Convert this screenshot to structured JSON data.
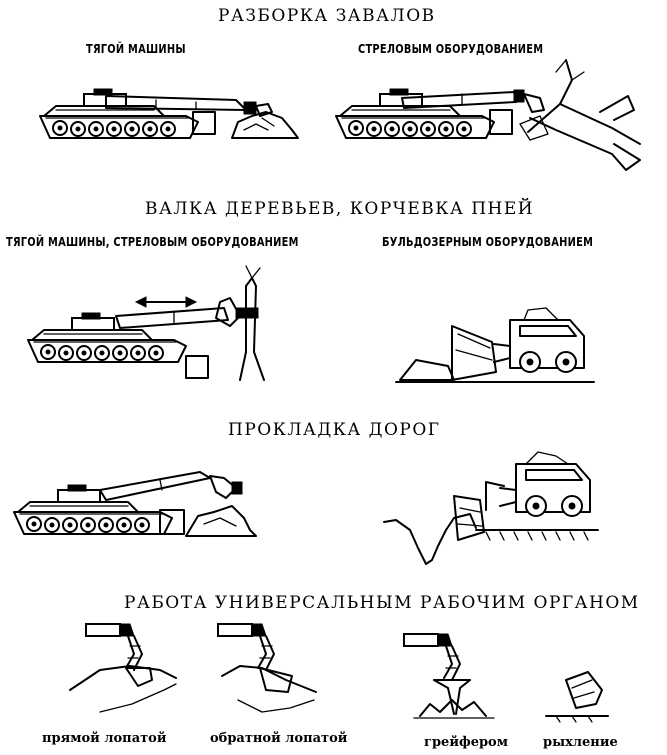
{
  "sections": {
    "rubble": {
      "title": "РАЗБОРКА ЗАВАЛОВ",
      "left_caption": "ТЯГОЙ МАШИНЫ",
      "right_caption": "СТРЕЛОВЫМ ОБОРУДОВАНИЕМ"
    },
    "trees": {
      "title": "ВАЛКА ДЕРЕВЬЕВ, КОРЧЕВКА ПНЕЙ",
      "left_caption": "ТЯГОЙ МАШИНЫ, СТРЕЛОВЫМ ОБОРУДОВАНИЕМ",
      "right_caption": "БУЛЬДОЗЕРНЫМ ОБОРУДОВАНИЕМ"
    },
    "roads": {
      "title": "ПРОКЛАДКА ДОРОГ"
    },
    "universal": {
      "title": "РАБОТА УНИВЕРСАЛЬНЫМ РАБОЧИМ ОРГАНОМ",
      "captions": [
        "прямой лопатой",
        "обратной лопатой",
        "грейфером",
        "рыхление"
      ]
    }
  }
}
